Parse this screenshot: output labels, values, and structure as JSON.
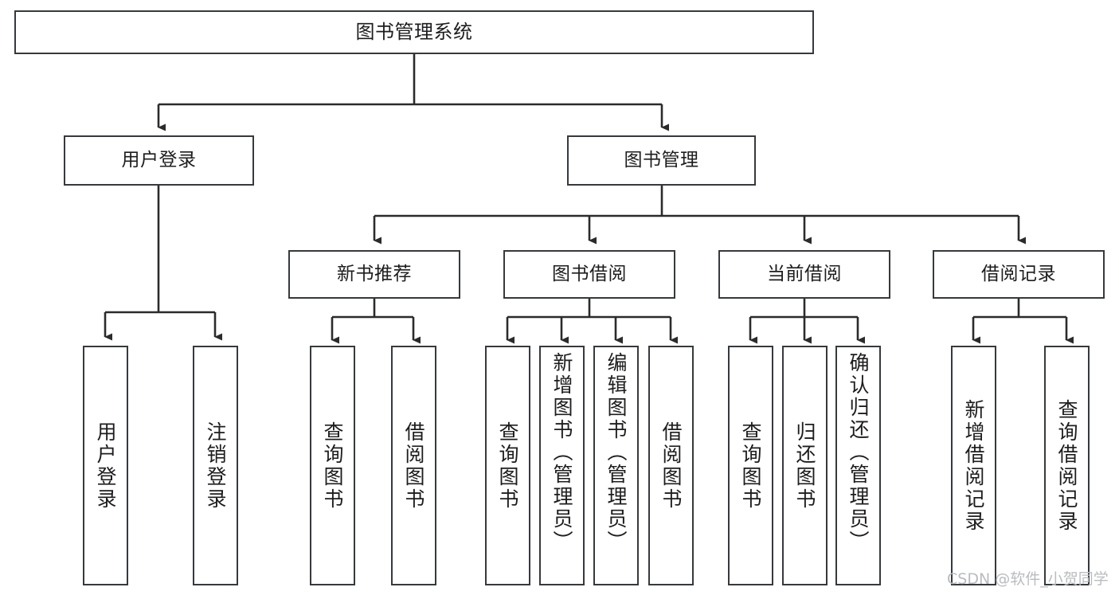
{
  "diagram": {
    "type": "tree-hierarchy",
    "title": "图书管理系统",
    "watermark": "CSDN @软件_小贺同学",
    "colors": {
      "box_border": "#36393d",
      "box_fill": "#ffffff",
      "connector": "#2b2b2b",
      "text": "#1d1d1f",
      "watermark": "#b9bcc0",
      "background": "#ffffff"
    },
    "levels": {
      "root": {
        "label": "图书管理系统"
      },
      "level2": [
        {
          "id": "user-login",
          "label": "用户登录"
        },
        {
          "id": "book-management",
          "label": "图书管理"
        }
      ],
      "level3": [
        {
          "id": "new-book-recommend",
          "label": "新书推荐",
          "parent": "book-management"
        },
        {
          "id": "book-borrow",
          "label": "图书借阅",
          "parent": "book-management"
        },
        {
          "id": "current-borrow",
          "label": "当前借阅",
          "parent": "book-management"
        },
        {
          "id": "borrow-record",
          "label": "借阅记录",
          "parent": "book-management"
        }
      ],
      "leaves": [
        {
          "id": "leaf-user-login",
          "label": "用户登录",
          "parent": "user-login"
        },
        {
          "id": "leaf-user-logout",
          "label": "注销登录",
          "parent": "user-login"
        },
        {
          "id": "leaf-query-book-1",
          "label": "查询图书",
          "parent": "new-book-recommend"
        },
        {
          "id": "leaf-borrow-book-1",
          "label": "借阅图书",
          "parent": "new-book-recommend"
        },
        {
          "id": "leaf-query-book-2",
          "label": "查询图书",
          "parent": "book-borrow"
        },
        {
          "id": "leaf-add-book",
          "label": "新增图书（管理员）",
          "parent": "book-borrow"
        },
        {
          "id": "leaf-edit-book",
          "label": "编辑图书（管理员）",
          "parent": "book-borrow"
        },
        {
          "id": "leaf-borrow-book-2",
          "label": "借阅图书",
          "parent": "book-borrow"
        },
        {
          "id": "leaf-query-book-3",
          "label": "查询图书",
          "parent": "current-borrow"
        },
        {
          "id": "leaf-return-book",
          "label": "归还图书",
          "parent": "current-borrow"
        },
        {
          "id": "leaf-confirm-return",
          "label": "确认归还（管理员）",
          "parent": "current-borrow"
        },
        {
          "id": "leaf-add-record",
          "label": "新增借阅记录",
          "parent": "borrow-record"
        },
        {
          "id": "leaf-query-record",
          "label": "查询借阅记录",
          "parent": "borrow-record"
        }
      ]
    }
  }
}
